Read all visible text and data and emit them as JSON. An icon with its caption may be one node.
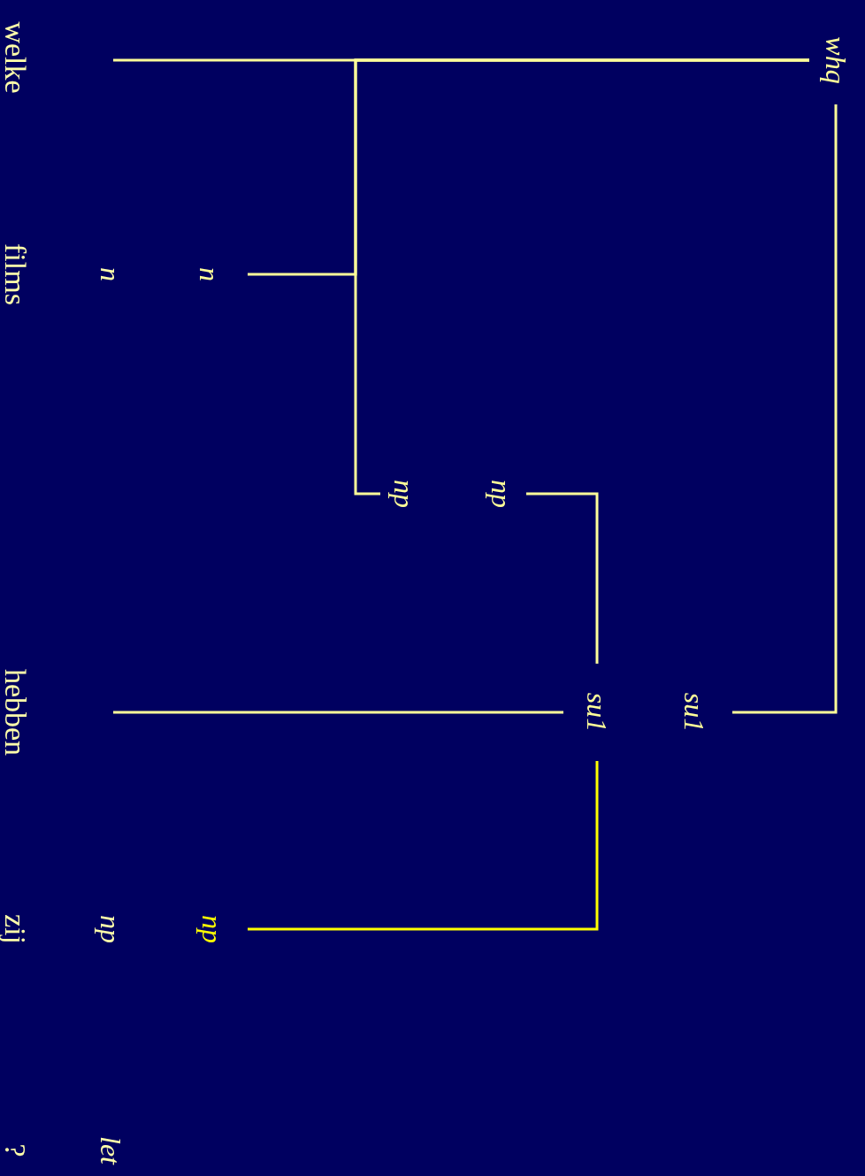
{
  "diagram": {
    "nodes": [
      {
        "text": [
          "whq"
        ]
      },
      {
        "text": [
          "su1"
        ]
      },
      {
        "text": [
          "su1"
        ]
      },
      {
        "text": [
          "np"
        ]
      },
      {
        "text": [
          "np"
        ]
      },
      {
        "text": [
          "n"
        ]
      },
      {
        "text": [
          "np"
        ]
      }
    ],
    "edges": [
      {
        "from": 0,
        "to": 1,
        "arrow": "none"
      },
      {
        "from": 0,
        "to": null,
        "arrow": "none"
      },
      {
        "from": 0,
        "to": 5,
        "arrow": "none"
      },
      {
        "from": 0,
        "to": 4,
        "arrow": "none"
      },
      {
        "from": 2,
        "to": 3,
        "arrow": "none"
      },
      {
        "from": 2,
        "to": 6,
        "arrow": "none",
        "color": "#ffff00"
      },
      {
        "from": 2,
        "to": null,
        "arrow": "none"
      }
    ],
    "labels": [
      "n",
      "np",
      "let",
      "welke",
      "films",
      "hebben",
      "zij",
      "?"
    ]
  }
}
